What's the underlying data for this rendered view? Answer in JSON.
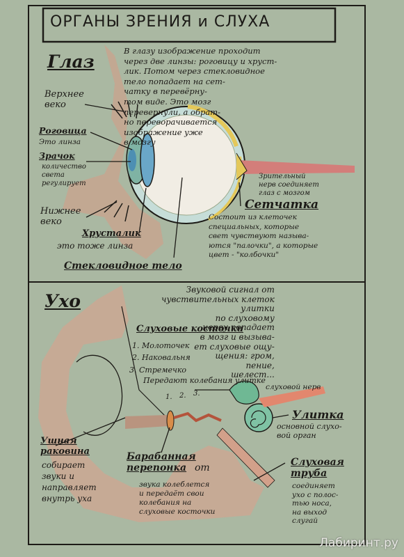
{
  "title": "ОРГАНЫ ЗРЕНИЯ и СЛУХА",
  "eye": {
    "heading": "Глаз",
    "intro": "В глазу изображение проходит\nчерез две линзы: роговицу и хруст-\nлик. Потом через стекловидное\nтело попадает на сет-\nчатку в перевёрну-\nтом виде. Это мозг\nперевернули, а обрат-\nно переворачивается\nизображение уже\nв мозгу",
    "upper_lid": "Верхнее\nвеко",
    "cornea": "Роговица",
    "cornea_note": "Это линза",
    "pupil": "Зрачок",
    "pupil_note": "количество\nсвета\nрегулирует",
    "lower_lid": "Нижнее\nвеко",
    "lens": "Хрусталик",
    "lens_note": "это тоже линза",
    "vitreous": "Стекловидное тело",
    "optic_nerve": "Зрительный\nнерв соединяет\nглаз с мозгом",
    "retina": "Сетчатка",
    "retina_note": "Состоит из клеточек\nспециальных, которые\nсвет чувствуют называ-\nются \"палочки\", а которые\nцвет - \"колбочки\""
  },
  "ear": {
    "heading": "Ухо",
    "intro": "Звуковой сигнал от\nчувствительных клеток\nулитки\nпо слуховому\nнерву попадает\nв мозг и вызыва-\nет слуховые ощу-\nщения: гром,\nпение,\nшелест...",
    "ossicles_heading": "Слуховые косточки",
    "ossicles": [
      "1. Молоточек",
      "2. Наковальня",
      "3. Стремечко"
    ],
    "ossicles_note": "Передают колебания улитке",
    "auditory_nerve": "слуховой нерв",
    "cochlea": "Улитка",
    "cochlea_note": "основной слухо-\nвой орган",
    "auricle": "Ушная\nраковина",
    "auricle_note": "собирает\nзвуки и\nнаправляет\nвнутрь уха",
    "eardrum": "Барабанная\nперепонка",
    "eardrum_suffix": "от",
    "eardrum_note": "звука колеблется\nи передаёт свои\nколебания на\nслуховые косточки",
    "tube": "Слуховая\nтруба",
    "tube_note": "соединяет\nухо с полос-\nтью носа,\nна выход\nслугай",
    "numbers": [
      "1.",
      "2.",
      "3."
    ]
  },
  "watermark": "Лабиринт.ру"
}
